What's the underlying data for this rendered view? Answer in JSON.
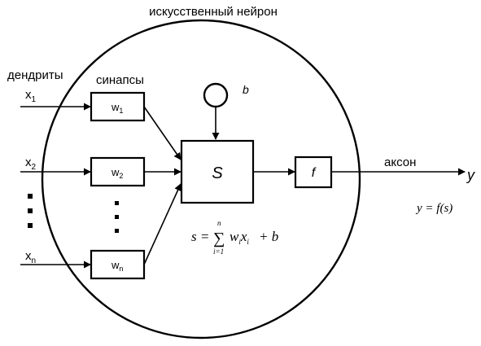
{
  "title": "искусственный нейрон",
  "labels": {
    "dendrites": "дендриты",
    "synapses": "синапсы",
    "axon": "аксон",
    "bias": "b",
    "output": "y"
  },
  "inputs": [
    {
      "base": "x",
      "sub": "1"
    },
    {
      "base": "x",
      "sub": "2"
    },
    {
      "base": "x",
      "sub": "n"
    }
  ],
  "weights": [
    {
      "base": "w",
      "sub": "1"
    },
    {
      "base": "w",
      "sub": "2"
    },
    {
      "base": "w",
      "sub": "n"
    }
  ],
  "summator": {
    "label": "S"
  },
  "activation": {
    "label": "f"
  },
  "formulas": {
    "sum_lhs": "s",
    "sum_eq": "=",
    "sum_sigma": "∑",
    "sum_upper": "n",
    "sum_lower": "i=1",
    "sum_term_w": "w",
    "sum_term_x": "x",
    "sum_index": "i",
    "sum_plus_b": "+ b",
    "output": "y = f(s)"
  },
  "colors": {
    "stroke": "#000000",
    "background": "#ffffff"
  }
}
